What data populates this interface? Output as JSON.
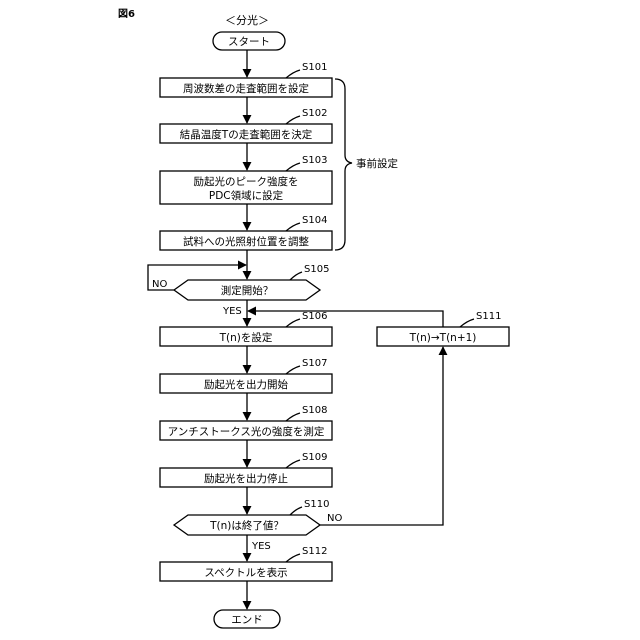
{
  "figure_label": "図6",
  "flow_title": "＜分光＞",
  "start_label": "スタート",
  "end_label": "エンド",
  "steps": {
    "s101": {
      "id": "S101",
      "text": "周波数差の走査範囲を設定"
    },
    "s102": {
      "id": "S102",
      "text": "結晶温度Tの走査範囲を決定"
    },
    "s103": {
      "id": "S103",
      "line1": "励起光のピーク強度を",
      "line2": "PDC領域に設定"
    },
    "s104": {
      "id": "S104",
      "text": "試料への光照射位置を調整"
    },
    "s105": {
      "id": "S105",
      "text": "測定開始？",
      "yes": "YES",
      "no": "NO"
    },
    "s106": {
      "id": "S106",
      "text": "T(n)を設定"
    },
    "s107": {
      "id": "S107",
      "text": "励起光を出力開始"
    },
    "s108": {
      "id": "S108",
      "text": "アンチストークス光の強度を測定"
    },
    "s109": {
      "id": "S109",
      "text": "励起光を出力停止"
    },
    "s110": {
      "id": "S110",
      "text": "T(n)は終了値？",
      "yes": "YES",
      "no": "NO"
    },
    "s111": {
      "id": "S111",
      "text": "T(n)→T(n+1)"
    },
    "s112": {
      "id": "S112",
      "text": "スペクトルを表示"
    }
  },
  "bracket_label": "事前設定"
}
